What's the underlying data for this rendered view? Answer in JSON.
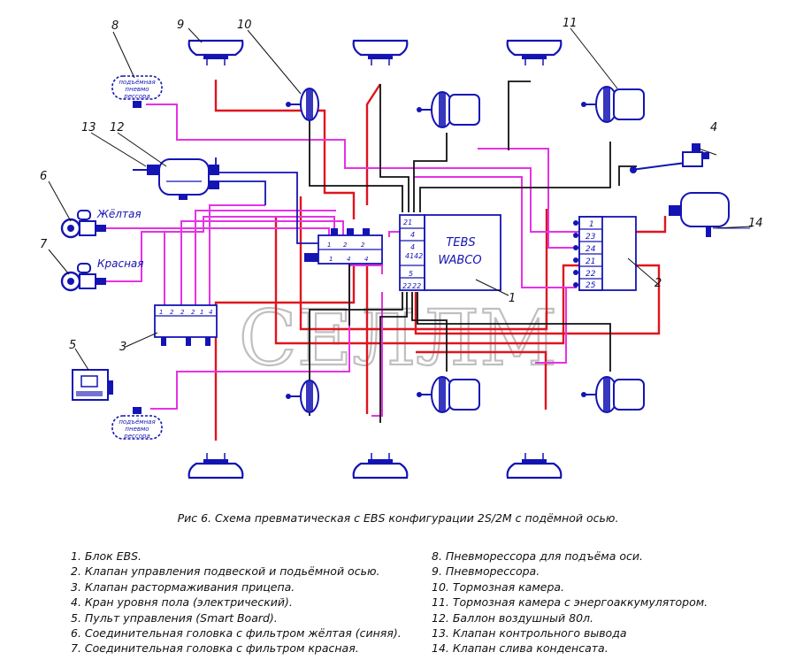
{
  "labels": {
    "ebs_block": [
      "TEBS",
      "WABCO"
    ],
    "yellow": "Жёлтая",
    "red": "Красная",
    "lift_bellows": [
      "подъёмная",
      "пневмо",
      "рессора"
    ],
    "watermark": "СЕЛЛМ"
  },
  "callouts": [
    "1",
    "2",
    "3",
    "4",
    "5",
    "6",
    "7",
    "8",
    "9",
    "10",
    "11",
    "12",
    "13",
    "14"
  ],
  "ebs_ports": [
    "21",
    "4",
    "4",
    "41",
    "42",
    "5",
    "22",
    "22"
  ],
  "valve2_ports": [
    "1",
    "23",
    "24",
    "21",
    "22",
    "25"
  ],
  "lift_valve_ports": [
    "1",
    "2",
    "2",
    "1",
    "4",
    "4"
  ],
  "bottom_block_ports": [
    "1",
    "2",
    "2",
    "2",
    "1",
    "4"
  ],
  "caption": "Рис 6. Схема превматическая  с EBS конфигурации 2S/2M с подёмной осью.",
  "legend_left": [
    "1. Блок EBS.",
    "2. Клапан управления подвеской и подьёмной осью.",
    "3. Клапан растормаживания прицепа.",
    "4. Кран уровня пола (электрический).",
    "5. Пульт управления (Smart Board).",
    "6. Соединительная головка с фильтром жёлтая (синяя).",
    "7. Соединительная головка с фильтром красная."
  ],
  "legend_right": [
    "8. Пневморессора для подъёма оси.",
    "9. Пневморессора.",
    "10. Тормозная камера.",
    "11. Тормозная камера с энергоаккумулятором.",
    "12. Баллон воздушный 80л.",
    "13. Клапан контрольного вывода",
    "14. Клапан слива конденсата."
  ],
  "colors": {
    "blue": "#1414b4",
    "red": "#e0141e",
    "magenta": "#e632e6",
    "black": "#111111",
    "watermark": "#8c8c8c"
  }
}
